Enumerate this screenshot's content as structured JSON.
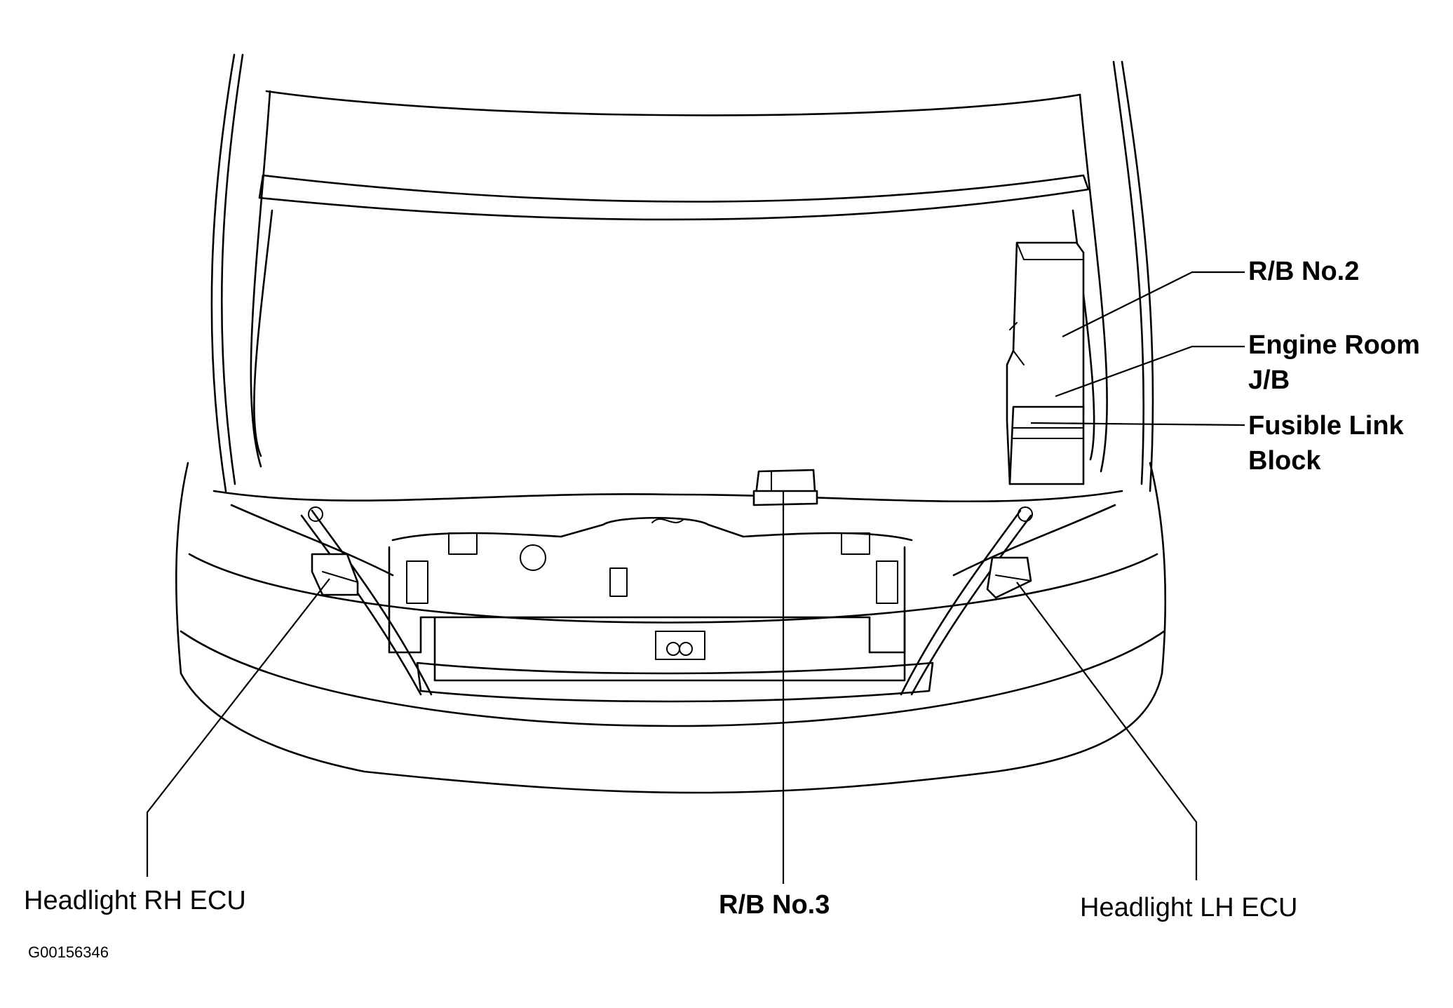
{
  "labels": {
    "rb_no2": "R/B No.2",
    "engine_room_jb_line1": "Engine Room",
    "engine_room_jb_line2": "J/B",
    "fusible_link_line1": "Fusible Link",
    "fusible_link_line2": "Block",
    "headlight_rh_ecu": "Headlight RH ECU",
    "rb_no3": "R/B No.3",
    "headlight_lh_ecu": "Headlight LH ECU"
  },
  "figure_id": "G00156346"
}
